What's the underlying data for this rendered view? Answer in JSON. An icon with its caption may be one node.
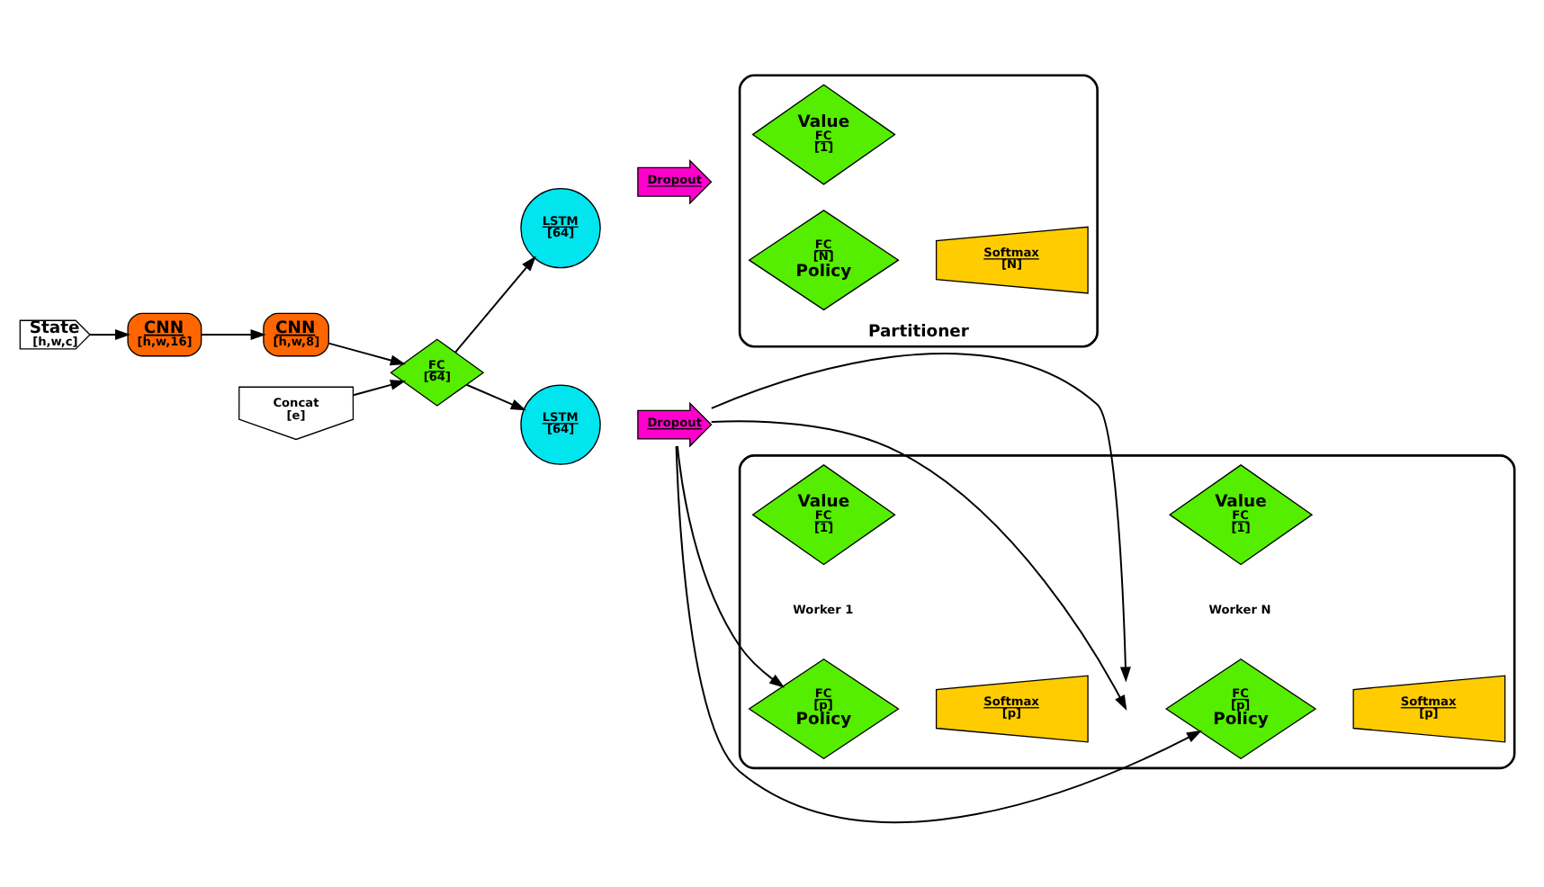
{
  "diagram": {
    "nodes": [
      {
        "text": [
          "State",
          "[h,w,c]"
        ]
      },
      {
        "text": [
          "CNN",
          "[h,w,16]"
        ]
      },
      {
        "text": [
          "CNN",
          "[h,w,8]"
        ]
      },
      {
        "text": [
          "FC",
          "[64]"
        ]
      },
      {
        "text": [
          "Concat",
          "[e]"
        ]
      },
      {
        "text": [
          "LSTM",
          "[64]"
        ]
      },
      {
        "text": [
          "Dropout"
        ]
      },
      {
        "text": [],
        "shape": "box"
      },
      {
        "text": [
          "Value",
          "FC",
          "[1]"
        ],
        "in": 7
      },
      {
        "text": [
          "FC",
          "[p]",
          "Policy"
        ],
        "in": 7
      },
      {
        "text": [
          "Softmax",
          "[p]"
        ],
        "in": 7
      },
      {
        "text": [
          "Value",
          "FC",
          "[1]"
        ],
        "in": 7
      },
      {
        "text": [
          "FC",
          "[p]",
          "Policy"
        ],
        "in": 7
      },
      {
        "text": [
          "Softmax",
          "[p]"
        ],
        "in": 7
      },
      {
        "text": [
          "Partitioner"
        ]
      },
      {
        "text": [
          "LSTM",
          "[64]"
        ]
      },
      {
        "text": [
          "Dropout"
        ]
      },
      {
        "text": [
          "Value",
          "FC",
          "[1]"
        ],
        "in": 14
      },
      {
        "text": [
          "FC",
          "[N]",
          "Policy"
        ],
        "in": 14
      },
      {
        "text": [
          "Softmax",
          "[N]"
        ],
        "in": 14
      }
    ],
    "edges": [
      {
        "from": 0,
        "to": 1,
        "arrow": "to"
      },
      {
        "from": 1,
        "to": 2,
        "arrow": "to"
      },
      {
        "from": 2,
        "to": 3,
        "arrow": "to"
      },
      {
        "from": 4,
        "to": 3,
        "arrow": "to"
      },
      {
        "from": 3,
        "to": 5,
        "arrow": "to"
      },
      {
        "from": 3,
        "to": 15,
        "arrow": "to"
      },
      {
        "from": 6,
        "to": 9,
        "arrow": "to"
      },
      {
        "from": 6,
        "to": null,
        "arrow": "to"
      },
      {
        "from": 6,
        "to": null,
        "arrow": "to"
      },
      {
        "from": 6,
        "to": 12,
        "arrow": "to"
      }
    ],
    "labels": [
      "Worker 1",
      "Worker N"
    ]
  }
}
